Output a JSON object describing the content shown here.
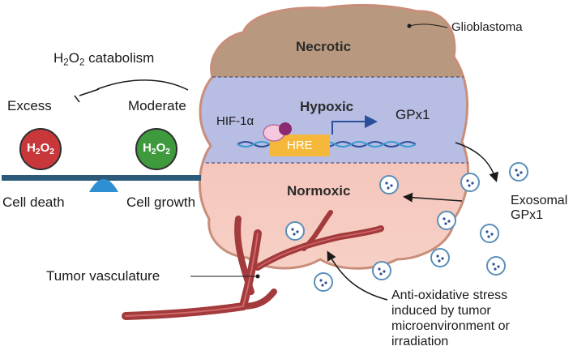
{
  "labels": {
    "catabolism": "H2O2 catabolism",
    "excess": "Excess",
    "moderate": "Moderate",
    "cell_death": "Cell death",
    "cell_growth": "Cell growth",
    "necrotic": "Necrotic",
    "hypoxic": "Hypoxic",
    "normoxic": "Normoxic",
    "hif": "HIF-1α",
    "hre": "HRE",
    "gpx1": "GPx1",
    "glioblastoma": "Glioblastoma",
    "exosomal": "Exosomal GPx1",
    "tumor_vasculature": "Tumor vasculature",
    "stress": "Anti-oxidative stress induced by tumor microenvironment or irradiation"
  },
  "molecules": {
    "excess": "H2O2",
    "moderate": "H2O2"
  },
  "colors": {
    "excess_molecule": "#c8383a",
    "moderate_molecule": "#3e9a3c",
    "necrotic_zone": "#b8997f",
    "hypoxic_zone": "#b7bde3",
    "normoxic_zone": "#f4c3b9",
    "vessel": "#a33a3c",
    "hre_box": "#f5b83b",
    "hif_protein": "#e9a9c8",
    "balance_beam": "#2d5a7b",
    "fulcrum": "#2f8fd1",
    "promoter_arrow": "#2c4f9a"
  }
}
